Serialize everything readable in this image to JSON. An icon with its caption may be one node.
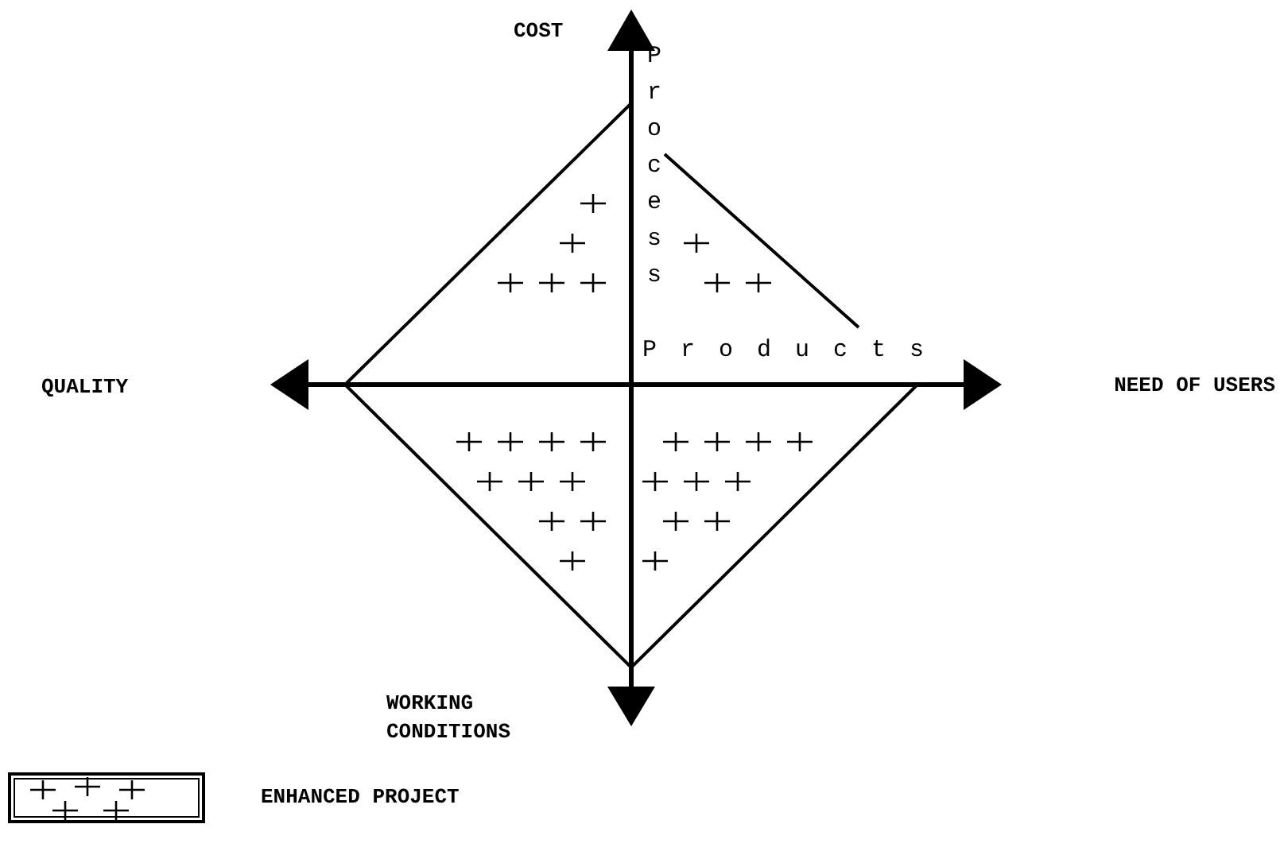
{
  "diagram": {
    "labels": [
      "COST",
      "Process",
      "Products",
      "QUALITY",
      "NEED OF USERS",
      "WORKING CONDITIONS"
    ],
    "legend": [
      {
        "text": "ENHANCED PROJECT"
      }
    ]
  }
}
